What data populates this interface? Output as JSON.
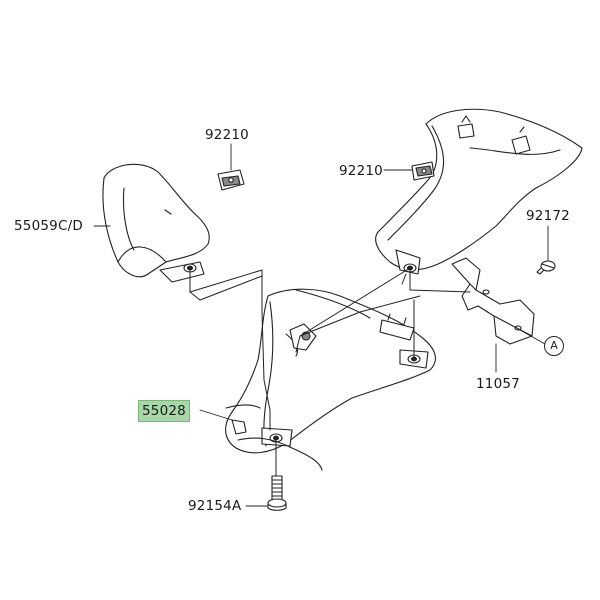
{
  "parts": {
    "p92210_top": "92210",
    "p55059": "55059C/D",
    "p92210_mid": "92210",
    "p92172": "92172",
    "p55028": "55028",
    "p11057": "11057",
    "p92154a": "92154A"
  },
  "callout": {
    "a": "A"
  },
  "colors": {
    "highlight": "#a8d8a8",
    "line": "#222222"
  }
}
